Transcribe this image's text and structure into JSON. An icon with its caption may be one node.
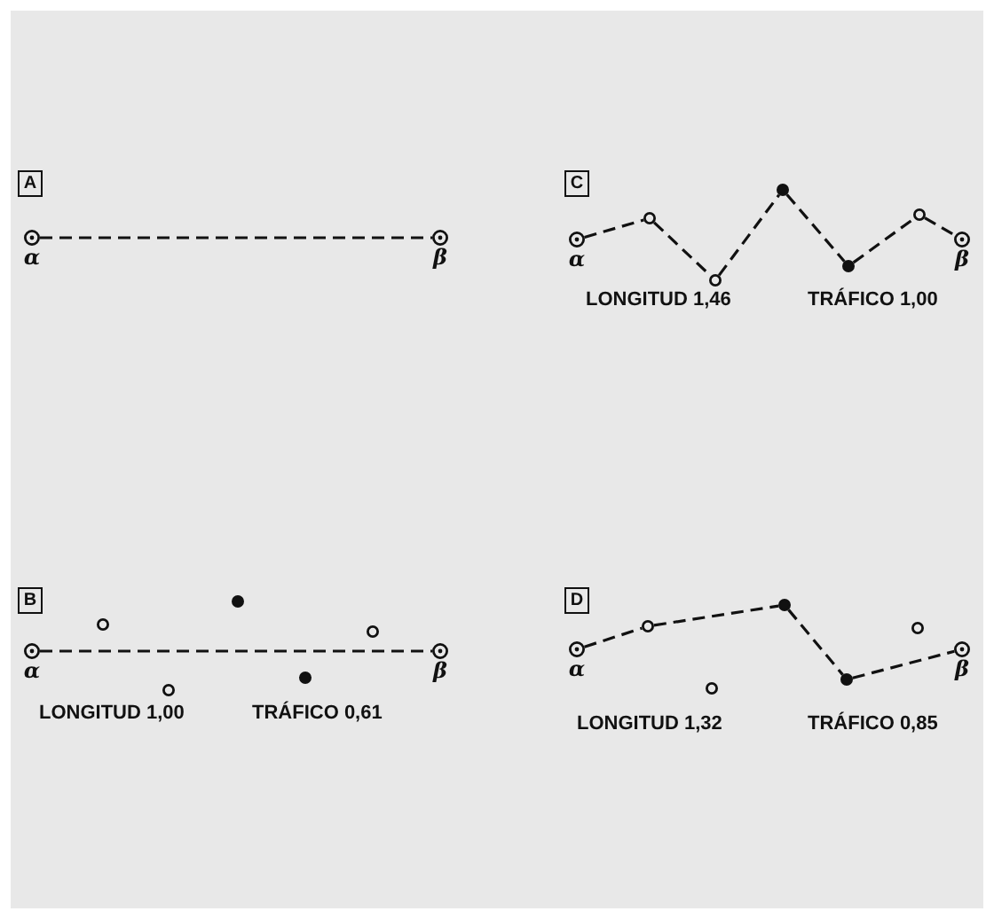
{
  "diagram": {
    "nodes": [
      {
        "text": [
          "A"
        ]
      },
      {
        "text": [],
        "shape": "circle",
        "beside": [
          "α"
        ]
      },
      {
        "text": [],
        "shape": "circle",
        "beside": [
          "β"
        ]
      },
      {
        "text": [
          "C"
        ]
      },
      {
        "text": [],
        "shape": "circle",
        "beside": [
          "α"
        ]
      },
      {
        "text": [],
        "shape": "circle"
      },
      {
        "text": [],
        "shape": "circle"
      },
      {
        "text": [],
        "shape": "dot"
      },
      {
        "text": [],
        "shape": "dot"
      },
      {
        "text": [],
        "shape": "circle"
      },
      {
        "text": [],
        "shape": "circle",
        "beside": [
          "β"
        ]
      },
      {
        "text": [
          "B"
        ]
      },
      {
        "text": [],
        "shape": "circle",
        "beside": [
          "α"
        ]
      },
      {
        "text": [],
        "shape": "circle"
      },
      {
        "text": [],
        "shape": "circle"
      },
      {
        "text": [],
        "shape": "dot"
      },
      {
        "text": [],
        "shape": "dot"
      },
      {
        "text": [],
        "shape": "circle"
      },
      {
        "text": [],
        "shape": "circle",
        "beside": [
          "β"
        ]
      },
      {
        "text": [
          "D"
        ]
      },
      {
        "text": [],
        "shape": "circle",
        "beside": [
          "α"
        ]
      },
      {
        "text": [],
        "shape": "circle"
      },
      {
        "text": [],
        "shape": "circle"
      },
      {
        "text": [],
        "shape": "dot"
      },
      {
        "text": [],
        "shape": "dot"
      },
      {
        "text": [],
        "shape": "circle"
      },
      {
        "text": [],
        "shape": "circle",
        "beside": [
          "β"
        ]
      }
    ],
    "edges": [
      {
        "from": 1,
        "to": 2,
        "arrow": "none",
        "style": "dashed"
      },
      {
        "from": 4,
        "to": 5,
        "arrow": "none",
        "style": "dashed"
      },
      {
        "from": 5,
        "to": 6,
        "arrow": "none",
        "style": "dashed"
      },
      {
        "from": 6,
        "to": 7,
        "arrow": "none",
        "style": "dashed"
      },
      {
        "from": 7,
        "to": 8,
        "arrow": "none",
        "style": "dashed"
      },
      {
        "from": 8,
        "to": 9,
        "arrow": "none",
        "style": "dashed"
      },
      {
        "from": 9,
        "to": 10,
        "arrow": "none",
        "style": "dashed"
      },
      {
        "from": 12,
        "to": 18,
        "arrow": "none",
        "style": "dashed"
      },
      {
        "from": 20,
        "to": 21,
        "arrow": "none",
        "style": "dashed"
      },
      {
        "from": 21,
        "to": 23,
        "arrow": "none",
        "style": "dashed"
      },
      {
        "from": 23,
        "to": 24,
        "arrow": "none",
        "style": "dashed"
      },
      {
        "from": 24,
        "to": 26,
        "arrow": "none",
        "style": "dashed"
      }
    ],
    "labels": [
      "LONGITUD 1,46",
      "TRÁFICO 1,00",
      "LONGITUD 1,00",
      "TRÁFICO 0,61",
      "LONGITUD 1,32",
      "TRÁFICO 0,85"
    ]
  }
}
